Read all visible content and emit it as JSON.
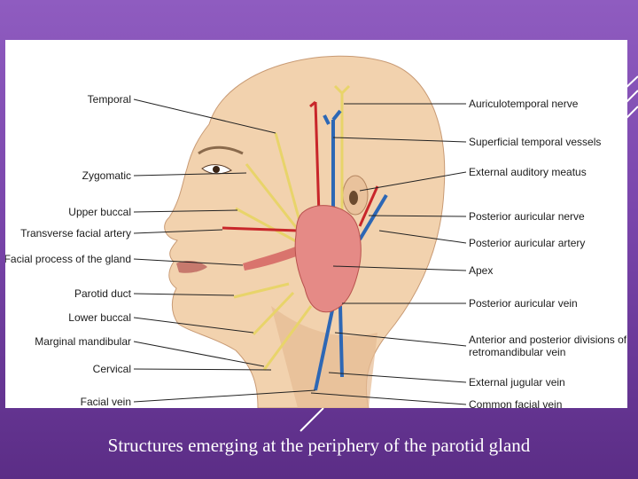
{
  "slide": {
    "caption": "Structures emerging at the periphery of the parotid gland"
  },
  "figure": {
    "labels_left": [
      {
        "key": "temporal",
        "text": "Temporal"
      },
      {
        "key": "zygomatic",
        "text": "Zygomatic"
      },
      {
        "key": "upper-buccal",
        "text": "Upper buccal"
      },
      {
        "key": "transverse-facial-artery",
        "text": "Transverse facial artery"
      },
      {
        "key": "facial-process",
        "text": "Facial process of the gland"
      },
      {
        "key": "parotid-duct",
        "text": "Parotid duct"
      },
      {
        "key": "lower-buccal",
        "text": "Lower buccal"
      },
      {
        "key": "marginal-mandibular",
        "text": "Marginal mandibular"
      },
      {
        "key": "cervical",
        "text": "Cervical"
      },
      {
        "key": "facial-vein",
        "text": "Facial vein"
      }
    ],
    "labels_right": [
      {
        "key": "auriculotemporal-nerve",
        "text": "Auriculotemporal nerve"
      },
      {
        "key": "superficial-temporal-vessels",
        "text": "Superficial temporal vessels"
      },
      {
        "key": "external-auditory-meatus",
        "text": "External auditory meatus"
      },
      {
        "key": "posterior-auricular-nerve",
        "text": "Posterior auricular nerve"
      },
      {
        "key": "posterior-auricular-artery",
        "text": "Posterior auricular artery"
      },
      {
        "key": "apex",
        "text": "Apex"
      },
      {
        "key": "posterior-auricular-vein",
        "text": "Posterior auricular vein"
      },
      {
        "key": "retromandibular-divisions",
        "text": "Anterior and posterior divisions of retromandibular vein",
        "line1": "Anterior and posterior divisions of",
        "line2": "retromandibular vein"
      },
      {
        "key": "external-jugular-vein",
        "text": "External jugular vein"
      },
      {
        "key": "common-facial-vein",
        "text": "Common facial vein"
      }
    ],
    "colors": {
      "skin": "#f2d2ae",
      "skin_shadow": "#e2b58c",
      "nerve": "#e8d46a",
      "artery": "#c8262a",
      "vein": "#2d67b5",
      "gland": "#e58a86",
      "leader": "#222222"
    }
  }
}
